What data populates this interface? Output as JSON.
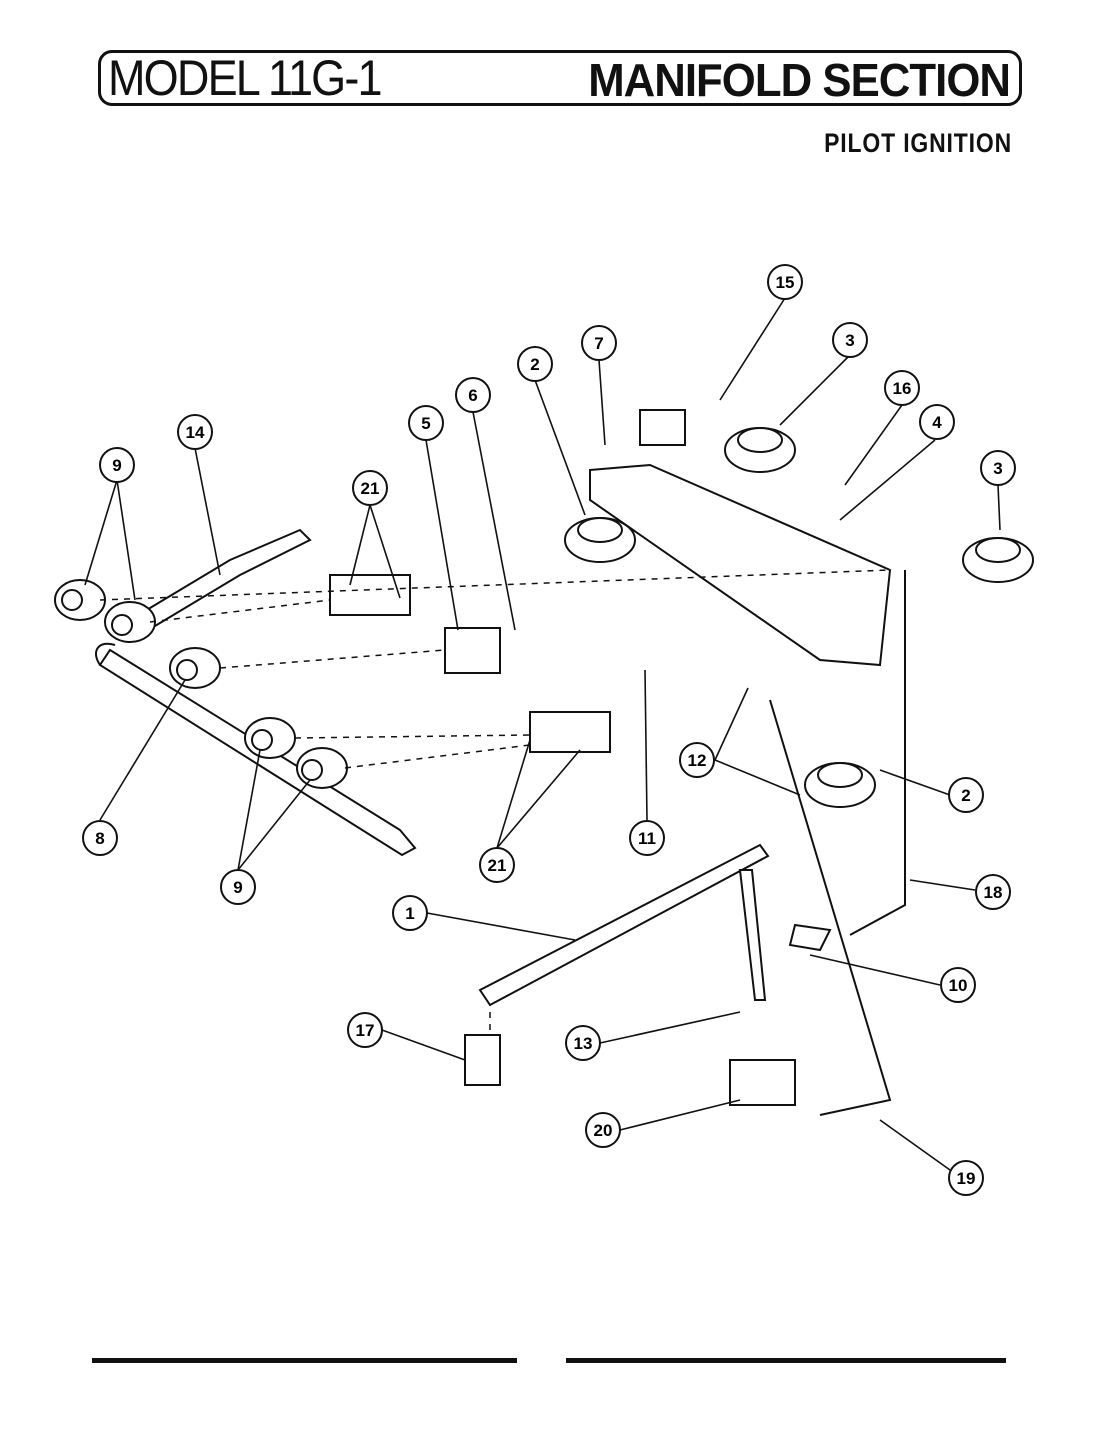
{
  "header": {
    "model": "MODEL 11G-1",
    "section": "MANIFOLD SECTION",
    "subtitle": "PILOT IGNITION"
  },
  "callouts": [
    "1",
    "2",
    "2",
    "3",
    "3",
    "4",
    "5",
    "6",
    "7",
    "8",
    "9",
    "9",
    "10",
    "11",
    "12",
    "13",
    "14",
    "15",
    "16",
    "17",
    "18",
    "19",
    "20",
    "21",
    "21"
  ]
}
